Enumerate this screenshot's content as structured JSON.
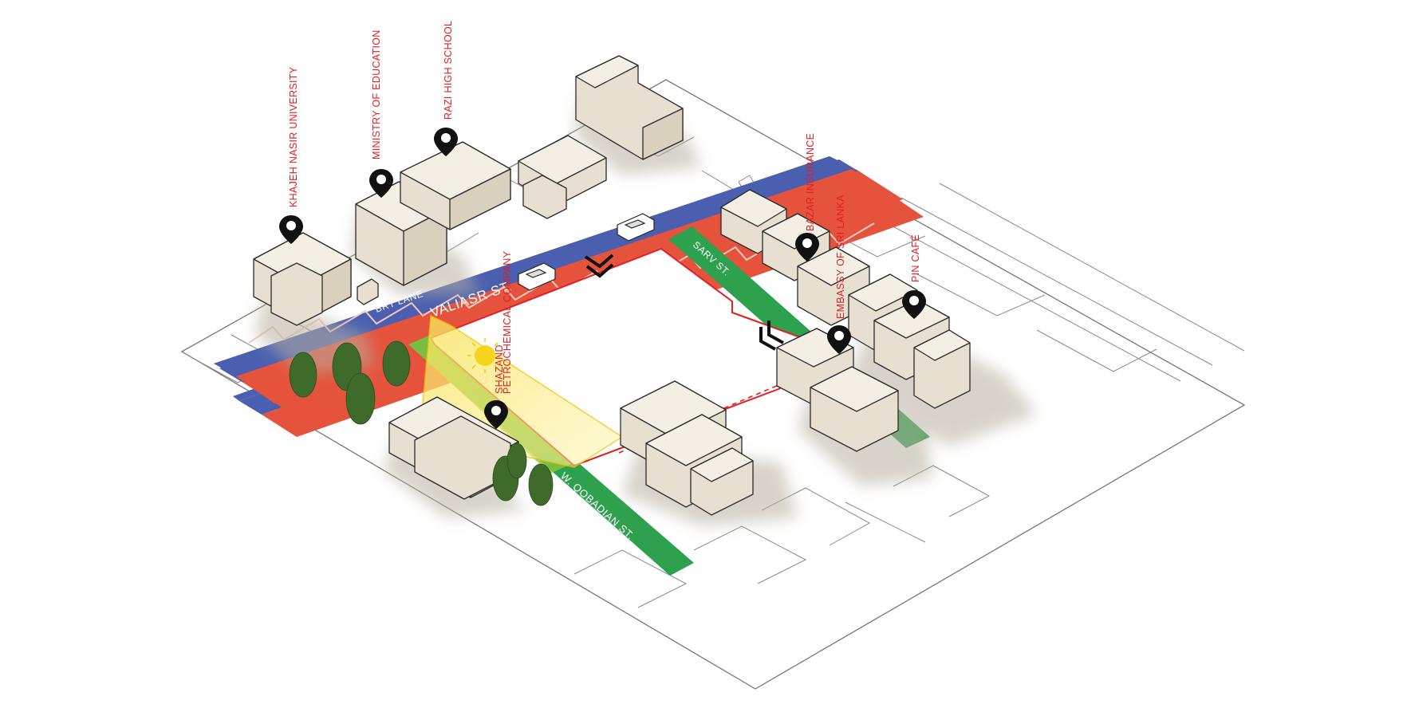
{
  "streets": {
    "valiasr": "VALIASR ST.",
    "brt_lane_upper": "BRT LANE",
    "brt_lane_lower": "BRT LANE",
    "sarv": "SARV ST.",
    "qobadian": "W. QOBADIAN ST."
  },
  "landmarks": {
    "khajeh": "KHAJEH NASIR UNIVERSITY",
    "ministry": "MINISTRY OF EDUCATION",
    "razi": "RAZI HIGH SCHOOL",
    "bazar": "BAZAR INSURANCE",
    "embassy": "EMBASSY OF SRI LANKA",
    "pin": "PIN CAFÉ",
    "shazand": "SHAZAND",
    "shazand_sub": "PETROCHEMICAL COMPANY"
  },
  "colors": {
    "brt_lane": "#4a5fb0",
    "valiasr_road": "#e5533d",
    "side_street": "#2da14e",
    "site_boundary": "#e31e24",
    "label": "#e31e24",
    "building": "#e7e0d1",
    "sun": "#f7d51d",
    "trees": "#3f6b2a"
  },
  "icons": [
    "map-pin-icon",
    "entrance-arrow-icon",
    "sun-icon",
    "car-icon",
    "tree-icon"
  ]
}
